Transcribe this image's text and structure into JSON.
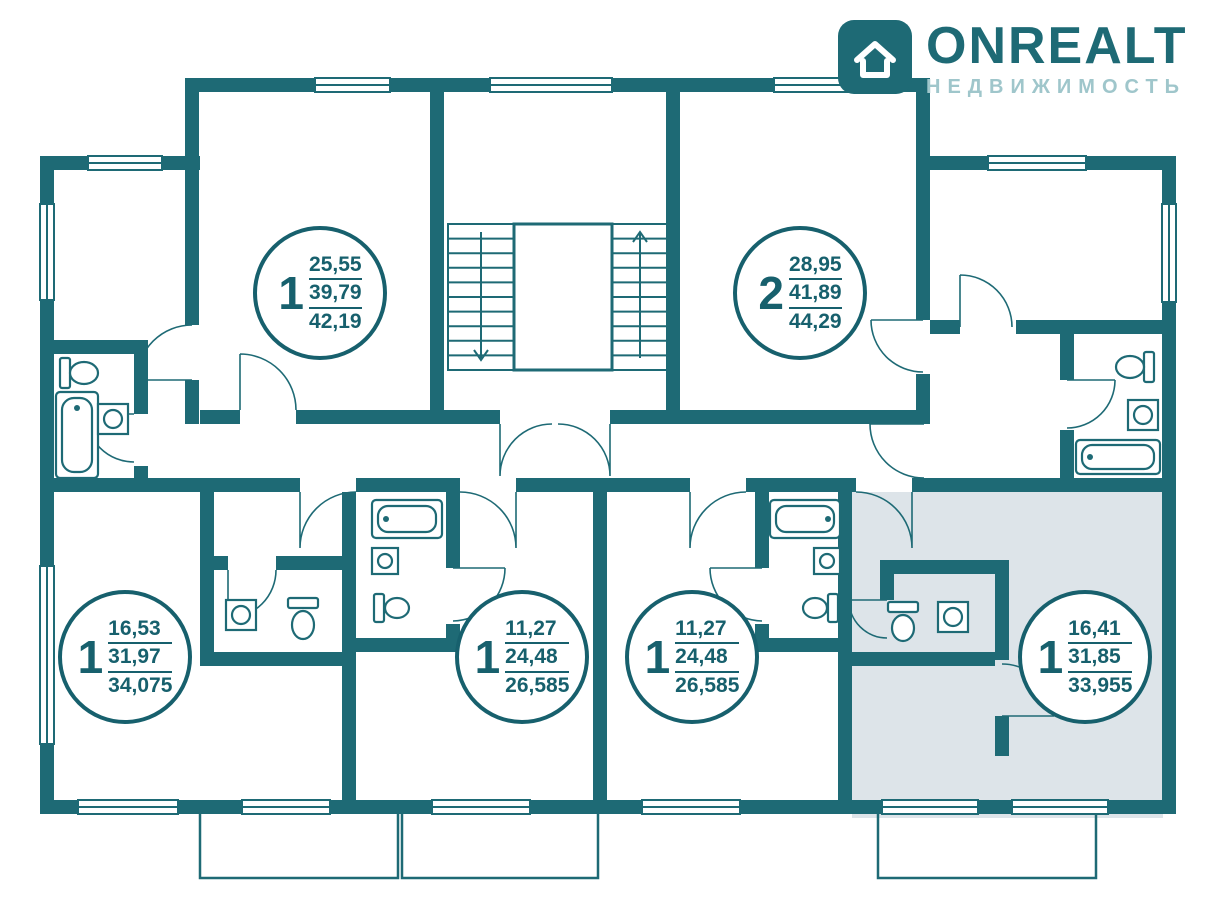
{
  "logo": {
    "brand": "ONREALT",
    "subtitle": "НЕДВИЖИМОСТЬ"
  },
  "colors": {
    "wall": "#1e6a75",
    "text": "#17606d",
    "subtitle": "#9fc6cb",
    "highlight": "#dde4e9"
  },
  "apartments": [
    {
      "position": "top-left",
      "rooms": "1",
      "area_living": "25,55",
      "area_main": "39,79",
      "area_total": "42,19",
      "highlighted": false
    },
    {
      "position": "top-right",
      "rooms": "2",
      "area_living": "28,95",
      "area_main": "41,89",
      "area_total": "44,29",
      "highlighted": false
    },
    {
      "position": "bottom-left",
      "rooms": "1",
      "area_living": "16,53",
      "area_main": "31,97",
      "area_total": "34,075",
      "highlighted": false
    },
    {
      "position": "bottom-middle-left",
      "rooms": "1",
      "area_living": "11,27",
      "area_main": "24,48",
      "area_total": "26,585",
      "highlighted": false
    },
    {
      "position": "bottom-middle-right",
      "rooms": "1",
      "area_living": "11,27",
      "area_main": "24,48",
      "area_total": "26,585",
      "highlighted": false
    },
    {
      "position": "bottom-right",
      "rooms": "1",
      "area_living": "16,41",
      "area_main": "31,85",
      "area_total": "33,955",
      "highlighted": true
    }
  ]
}
